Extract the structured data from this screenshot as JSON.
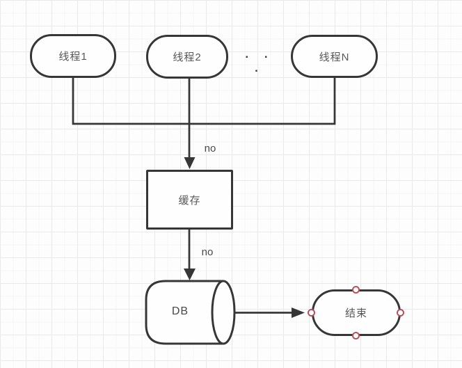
{
  "diagram": {
    "nodes": {
      "thread1": {
        "label": "线程1"
      },
      "thread2": {
        "label": "线程2"
      },
      "thread_n": {
        "label": "线程N"
      },
      "cache": {
        "label": "缓存"
      },
      "db": {
        "label": "DB"
      },
      "end": {
        "label": "结束"
      }
    },
    "ellipsis": ". . .",
    "edge_labels": {
      "threads_to_cache": "no",
      "cache_to_db": "no"
    },
    "colors": {
      "stroke": "#363636",
      "node_fill": "#fefefe",
      "label_text": "#575757",
      "edge_label_text": "#4a4a4a",
      "handle_stroke": "#b5515c",
      "grid_major": "#e9e9e9",
      "grid_minor": "#f5f5f5",
      "canvas_background": "#fdfdfd"
    }
  }
}
